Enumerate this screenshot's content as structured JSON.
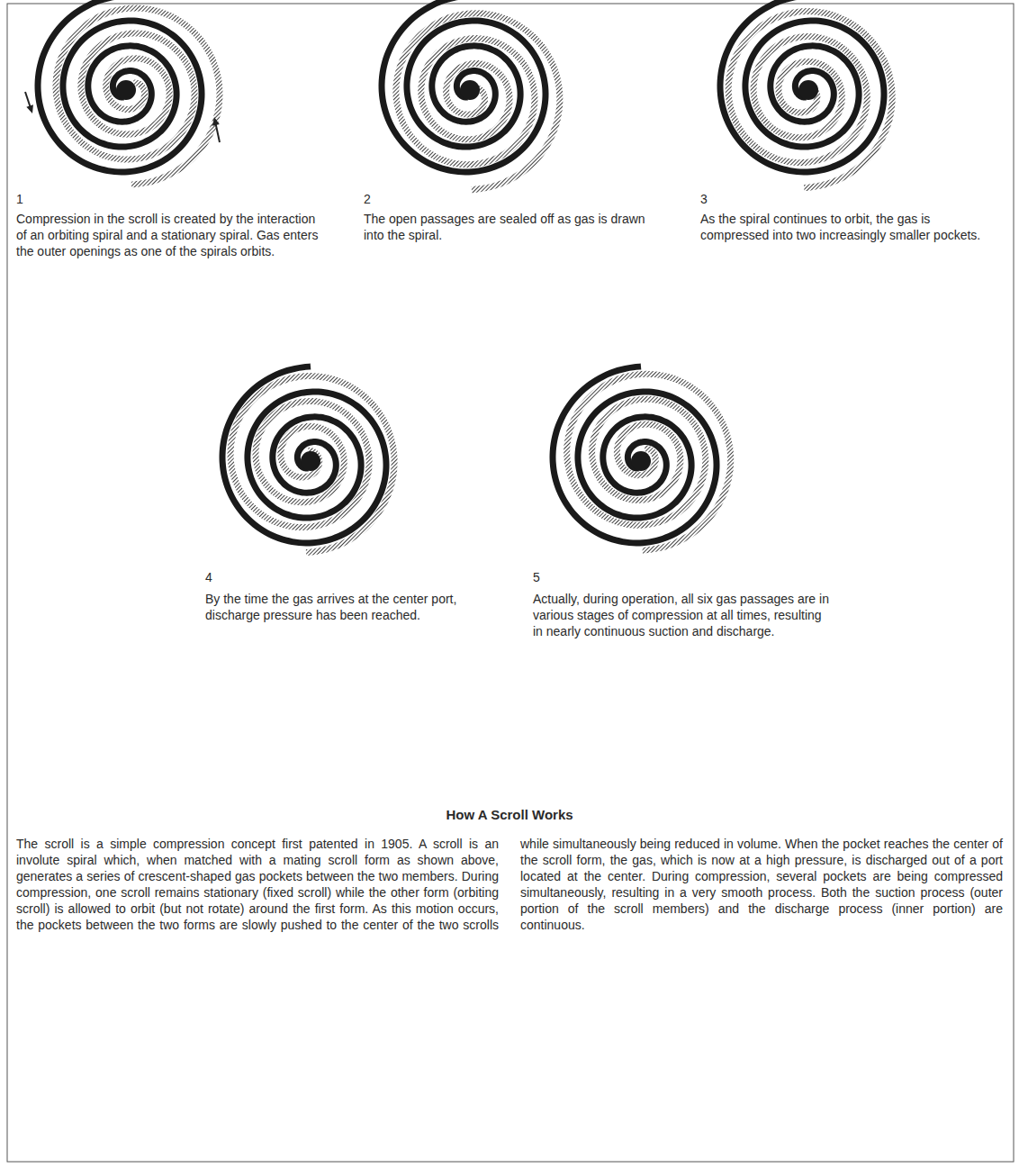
{
  "diagram": {
    "title": "How A Scroll Works",
    "labels": [
      "1",
      "Compression in the scroll is created by the interaction of an orbiting spiral and a stationary spiral. Gas enters the outer openings as one of the spirals orbits.",
      "2",
      "The open passages are sealed off as gas is drawn into the spiral.",
      "3",
      "As the spiral continues to orbit, the gas is compressed into two increasingly smaller pockets.",
      "4",
      "By the time the gas arrives at the center port, discharge pressure has been reached.",
      "5",
      "Actually, during operation, all six gas passages are in various stages of compression at all times, resulting in nearly continuous suction and discharge.",
      "The scroll is a simple compression concept first patented in 1905. A scroll is an involute spiral which, when matched with a mating scroll form as shown above, generates a series of crescent-shaped gas pockets between the two members. During compression, one scroll remains stationary (fixed scroll) while the other form (orbiting scroll) is allowed to orbit (but not rotate) around the first form. As this motion occurs, the pockets between the two forms are slowly pushed to the center of the two scrolls while simultaneously being reduced in volume. When the pocket reaches the center of the scroll form, the gas, which is now at a high pressure, is discharged out of a port located at the center. During compression, several pockets are being compressed simultaneously, resulting in a very smooth process. Both the suction process (outer portion of the scroll members) and the discharge process (inner portion) are continuous."
    ]
  }
}
